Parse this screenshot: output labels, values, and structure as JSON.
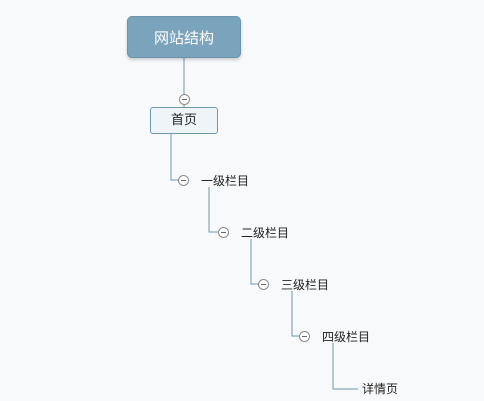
{
  "diagram": {
    "root": {
      "label": "网站结构"
    },
    "home": {
      "label": "首页"
    },
    "levels": [
      {
        "label": "一级栏目"
      },
      {
        "label": "二级栏目"
      },
      {
        "label": "三级栏目"
      },
      {
        "label": "四级栏目"
      },
      {
        "label": "详情页"
      }
    ]
  },
  "colors": {
    "root_fill": "#7aa3bc",
    "home_fill": "#eef4f8",
    "connector": "#6f97ae"
  }
}
